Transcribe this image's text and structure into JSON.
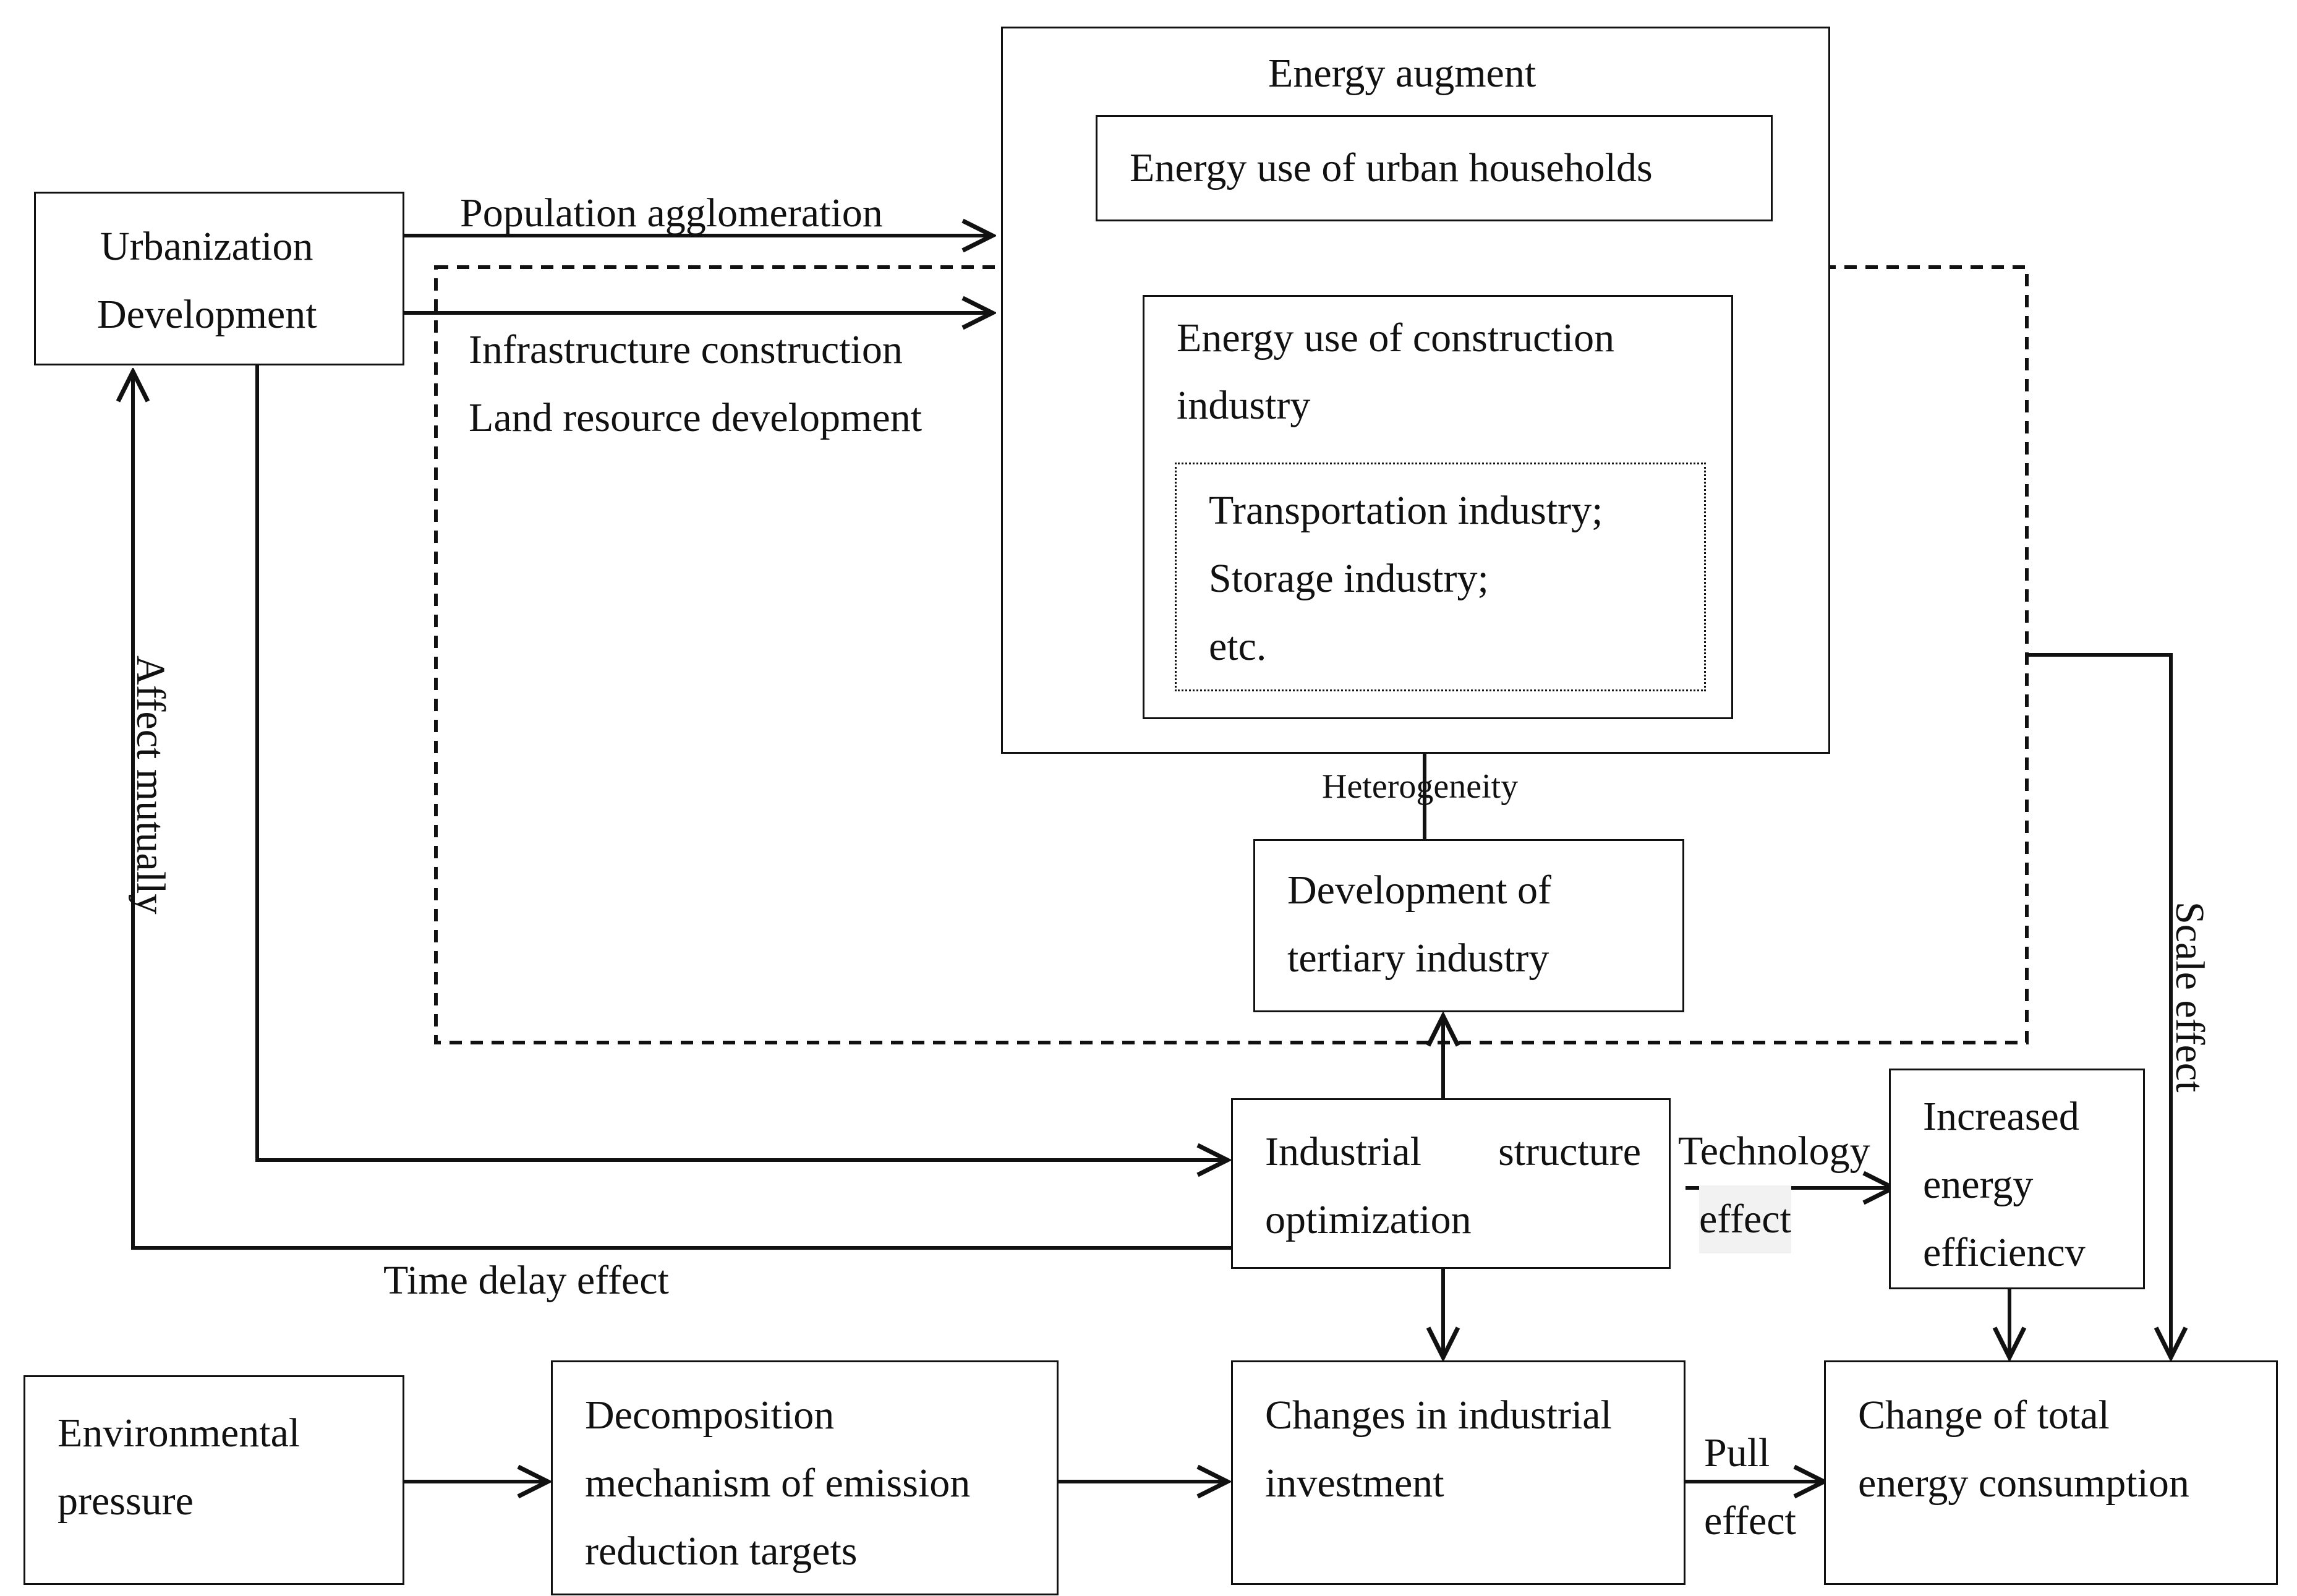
{
  "boxes": {
    "urbanization": [
      "Urbanization",
      "Development"
    ],
    "energy_augment": "Energy augment",
    "urban_households": "Energy use of urban households",
    "construction": [
      "Energy use of construction",
      "industry"
    ],
    "transport": [
      "Transportation industry;",
      "Storage industry;",
      "etc."
    ],
    "tertiary": [
      "Development of",
      "tertiary industry"
    ],
    "industrial_opt": [
      "Industrial",
      "structure",
      "optimization"
    ],
    "energy_eff": [
      "Increased",
      "energy",
      "efficiencv"
    ],
    "env_pressure": [
      "Environmental",
      "pressure"
    ],
    "decomposition": [
      "Decomposition",
      "mechanism of emission",
      "reduction targets"
    ],
    "investment": [
      "Changes in industrial",
      "investment"
    ],
    "total_energy": [
      "Change of total",
      "energy consumption"
    ]
  },
  "labels": {
    "population": "Population agglomeration",
    "infrastructure": "Infrastructure construction",
    "land": "Land resource development",
    "heterogeneity": "Heterogeneity",
    "affect": "Affect   mutually",
    "scale": "Scale effect",
    "technology": [
      "Technology",
      "effect"
    ],
    "time_delay": "Time delay effect",
    "pull": [
      "Pull",
      "effect"
    ]
  }
}
